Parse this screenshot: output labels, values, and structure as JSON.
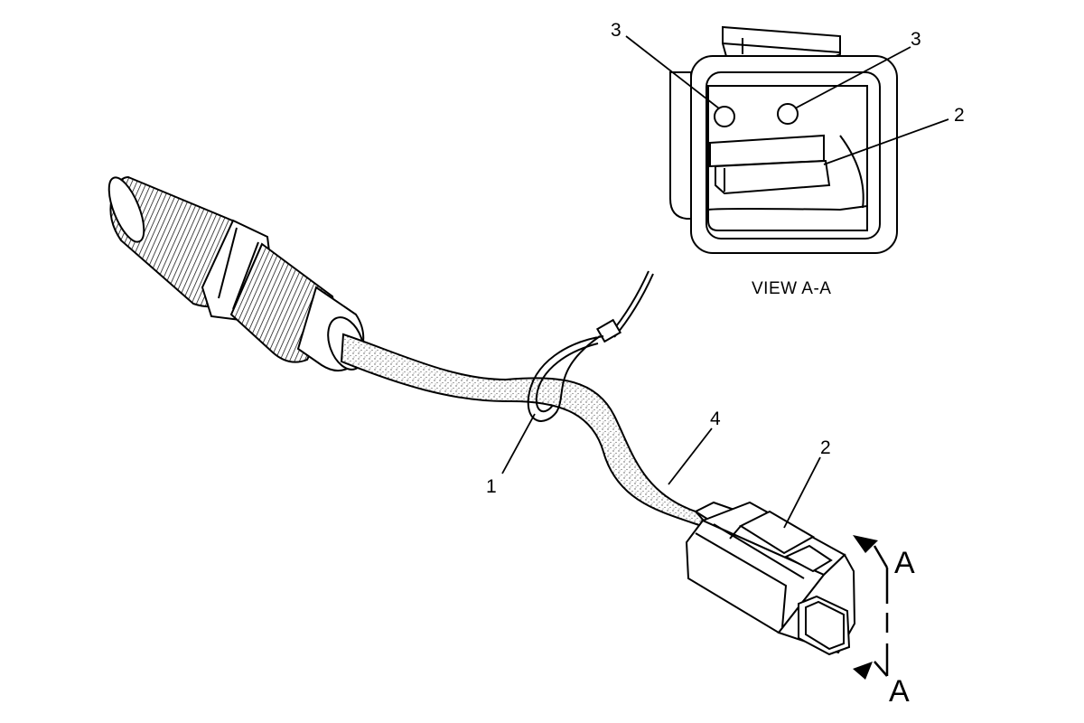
{
  "view_title": "VIEW A-A",
  "section_letter_top": "A",
  "section_letter_bottom": "A",
  "callouts": {
    "view_pin_left": "3",
    "view_pin_right": "3",
    "view_latch": "2",
    "tie_strap": "1",
    "harness": "4",
    "connector": "2"
  },
  "colors": {
    "line": "#000000",
    "background": "#ffffff",
    "stipple": "#555555"
  }
}
